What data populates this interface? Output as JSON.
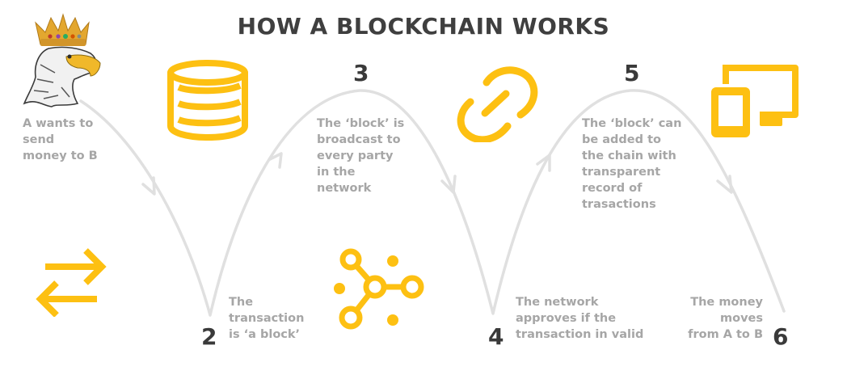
{
  "title": "HOW A BLOCKCHAIN WORKS",
  "accent_color": "#FDC012",
  "curve_color": "#E0E0E0",
  "logo": {
    "icon": "crowned-eagle-logo"
  },
  "steps": [
    {
      "number": "",
      "icon": "transfer-arrows-icon",
      "text": "A wants to\nsend\nmoney to B"
    },
    {
      "number": "2",
      "icon": "database-icon",
      "text": "The\ntransaction\nis ‘a block’"
    },
    {
      "number": "3",
      "icon": "network-nodes-icon",
      "text": "The ‘block’ is\nbroadcast to\nevery party\nin the\nnetwork"
    },
    {
      "number": "4",
      "icon": "link-icon",
      "text": "The network\napproves if the\ntransaction in valid"
    },
    {
      "number": "5",
      "icon": "devices-icon",
      "text": "The ‘block’ can\nbe added to\nthe chain with\ntransparent\nrecord of\ntrasactions"
    },
    {
      "number": "6",
      "icon": "",
      "text": "The money\nmoves\nfrom A to B"
    }
  ]
}
